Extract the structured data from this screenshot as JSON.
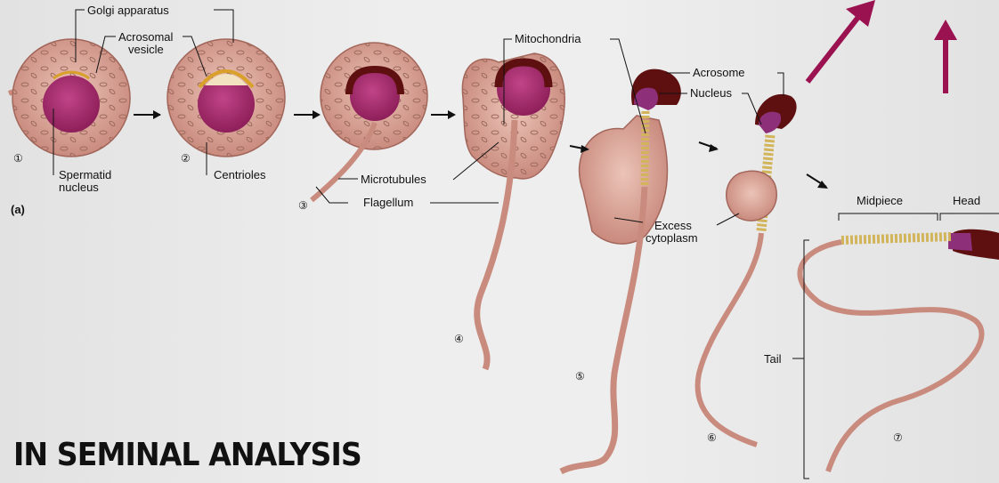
{
  "labels": {
    "golgi": "Golgi apparatus",
    "acrosomal_1": "Acrosomal",
    "acrosomal_2": "vesicle",
    "spermatid_1": "Spermatid",
    "spermatid_2": "nucleus",
    "centrioles": "Centrioles",
    "microtubules": "Microtubules",
    "flagellum": "Flagellum",
    "mitochondria": "Mitochondria",
    "acrosome": "Acrosome",
    "nucleus": "Nucleus",
    "excess_1": "Excess",
    "excess_2": "cytoplasm",
    "midpiece": "Midpiece",
    "head": "Head",
    "tail": "Tail",
    "panel": "(a)"
  },
  "stages": [
    "①",
    "②",
    "③",
    "④",
    "⑤",
    "⑥",
    "⑦"
  ],
  "headline": "IN SEMINAL ANALYSIS",
  "colors": {
    "cell_fill": "#d9a79c",
    "cell_stroke": "#a3665b",
    "nucleus": "#a8306e",
    "acrosome": "#5e1010",
    "arrow": "#9b1250",
    "midpiece": "#d2b45a",
    "text": "#111111"
  }
}
